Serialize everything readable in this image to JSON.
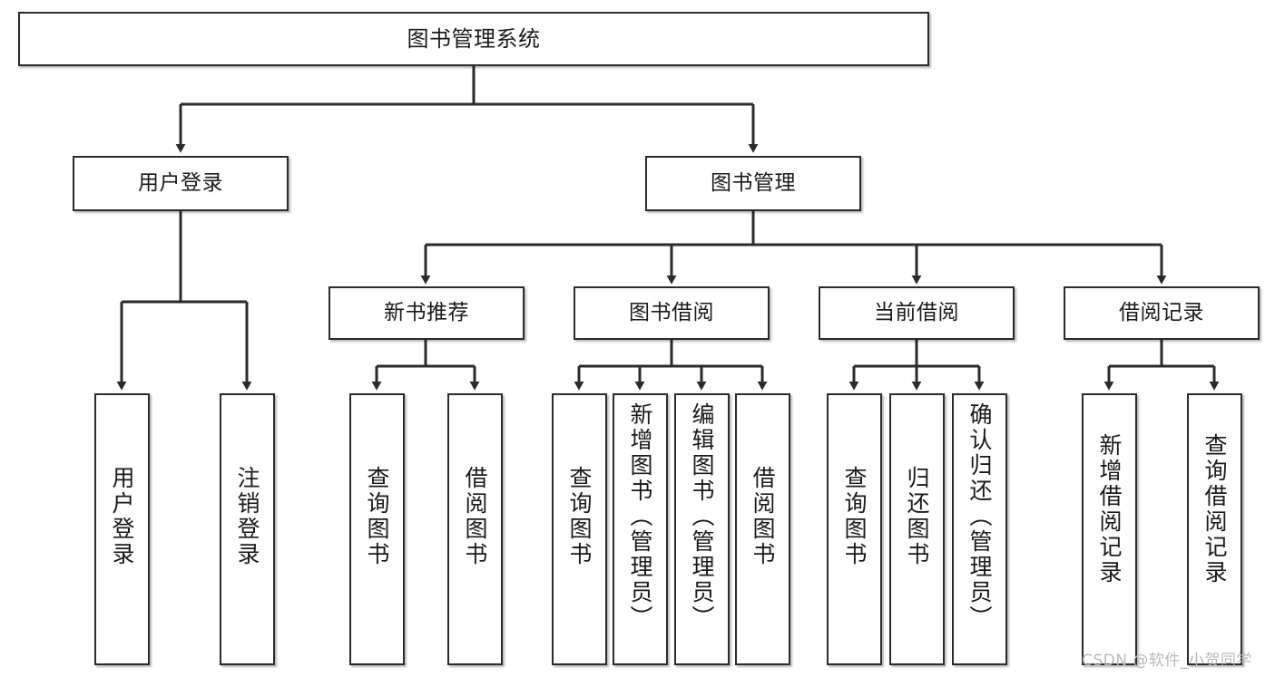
{
  "diagram": {
    "title": "图书管理系统",
    "type": "hierarchy-tree",
    "root": {
      "id": "root",
      "label": "图书管理系统"
    },
    "level2": [
      {
        "id": "user-login",
        "label": "用户登录"
      },
      {
        "id": "book-manage",
        "label": "图书管理"
      }
    ],
    "level3": [
      {
        "id": "new-book-recommend",
        "label": "新书推荐"
      },
      {
        "id": "book-borrow",
        "label": "图书借阅"
      },
      {
        "id": "current-borrow",
        "label": "当前借阅"
      },
      {
        "id": "borrow-record",
        "label": "借阅记录"
      }
    ],
    "leaves": {
      "user_login": [
        {
          "id": "leaf-user-login",
          "label": "用户登录"
        },
        {
          "id": "leaf-logout-login",
          "label": "注销登录"
        }
      ],
      "new_book_recommend": [
        {
          "id": "leaf-query-book-1",
          "label": "查询图书"
        },
        {
          "id": "leaf-borrow-book-1",
          "label": "借阅图书"
        }
      ],
      "book_borrow": [
        {
          "id": "leaf-query-book-2",
          "label": "查询图书"
        },
        {
          "id": "leaf-add-book",
          "label": "新增图书（管理员）"
        },
        {
          "id": "leaf-edit-book",
          "label": "编辑图书（管理员）"
        },
        {
          "id": "leaf-borrow-book-2",
          "label": "借阅图书"
        }
      ],
      "current_borrow": [
        {
          "id": "leaf-query-book-3",
          "label": "查询图书"
        },
        {
          "id": "leaf-return-book",
          "label": "归还图书"
        },
        {
          "id": "leaf-confirm-return",
          "label": "确认归还（管理员）"
        }
      ],
      "borrow_record": [
        {
          "id": "leaf-add-record",
          "label": "新增借阅记录"
        },
        {
          "id": "leaf-query-record",
          "label": "查询借阅记录"
        }
      ]
    }
  },
  "watermark": {
    "text": "CSDN @软件_小贺同学"
  },
  "colors": {
    "stroke": "#2b2b2b",
    "fill": "#ffffff",
    "text": "#1a1a1a",
    "watermark": "#b9b9b9"
  }
}
